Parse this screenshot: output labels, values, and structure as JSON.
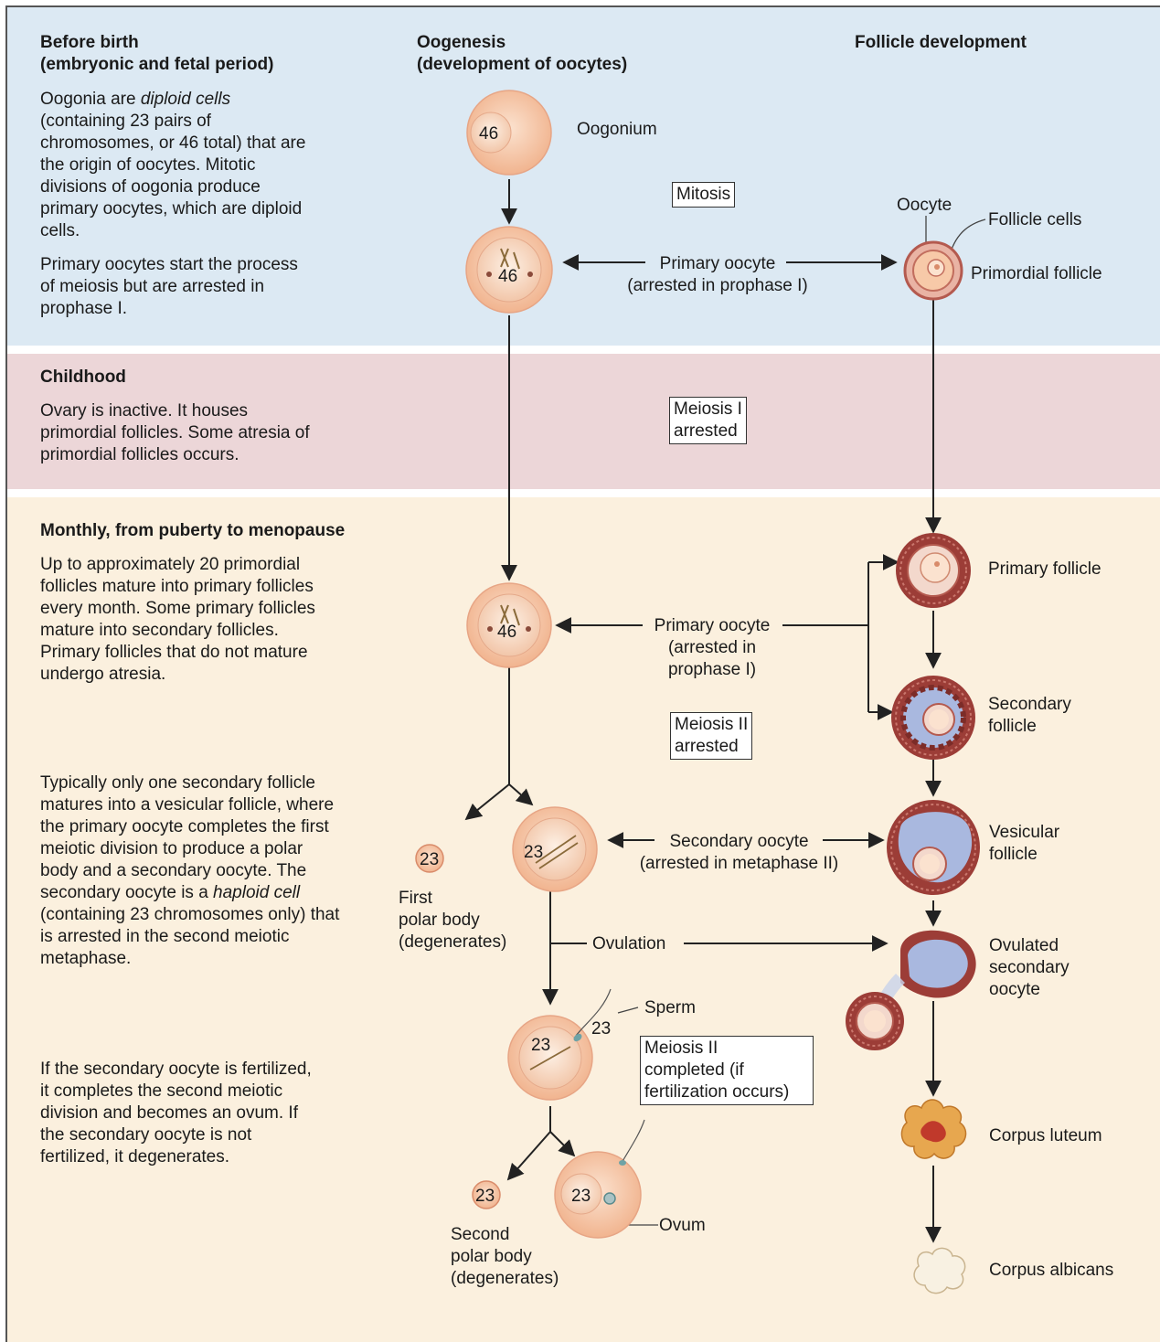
{
  "sections": {
    "before_birth": {
      "heading": "Before birth\n(embryonic and fetal period)",
      "text1_a": "Oogonia are ",
      "text1_em": "diploid cells",
      "text1_b": "\n(containing 23 pairs of\nchromosomes, or 46 total) that are\nthe origin of oocytes. Mitotic\ndivisions of oogonia produce\nprimary oocytes, which are diploid\ncells.",
      "text2": "Primary oocytes start the process\nof meiosis but are arrested in\nprophase I."
    },
    "childhood": {
      "heading": "Childhood",
      "text": "Ovary is inactive. It houses\nprimordial follicles. Some atresia of\nprimordial follicles occurs."
    },
    "monthly": {
      "heading": "Monthly, from puberty to menopause",
      "text1": "Up to approximately 20 primordial\nfollicles mature into primary follicles\nevery month. Some primary follicles\nmature into secondary follicles.\nPrimary follicles that do not mature\nundergo atresia.",
      "text2_a": "Typically only one secondary follicle\nmatures into a vesicular follicle, where\nthe primary oocyte completes the first\nmeiotic division to produce a polar\nbody and a secondary oocyte. The\nsecondary oocyte is a ",
      "text2_em": "haploid cell",
      "text2_b": "\n(containing 23 chromosomes only) that\nis arrested in the second meiotic\nmetaphase.",
      "text3": "If the secondary oocyte is fertilized,\nit completes the second meiotic\ndivision and becomes an ovum. If\nthe secondary oocyte is not\nfertilized, it degenerates."
    }
  },
  "columns": {
    "oogenesis": "Oogenesis\n(development of oocytes)",
    "follicle": "Follicle development"
  },
  "labels": {
    "oogonium": "Oogonium",
    "mitosis": "Mitosis",
    "oocyte": "Oocyte",
    "follicle_cells": "Follicle cells",
    "primordial_follicle": "Primordial follicle",
    "primary_oocyte_1": "Primary oocyte\n(arrested in prophase I)",
    "meiosis1_arrested": "Meiosis I\narrested",
    "primary_follicle": "Primary follicle",
    "primary_oocyte_2": "Primary oocyte\n(arrested in\nprophase I)",
    "secondary_follicle": "Secondary\nfollicle",
    "meiosis2_arrested": "Meiosis II\narrested",
    "secondary_oocyte": "Secondary oocyte\n(arrested in metaphase II)",
    "vesicular_follicle": "Vesicular\nfollicle",
    "first_polar_body": "First\npolar body\n(degenerates)",
    "ovulation": "Ovulation",
    "ovulated_secondary_oocyte": "Ovulated\nsecondary\noocyte",
    "sperm": "Sperm",
    "meiosis2_completed": "Meiosis II\ncompleted (if\nfertilization occurs)",
    "corpus_luteum": "Corpus luteum",
    "ovum": "Ovum",
    "second_polar_body": "Second\npolar body\n(degenerates)",
    "corpus_albicans": "Corpus albicans"
  },
  "chromosome_counts": {
    "oogonium": "46",
    "primary_oocyte_1": "46",
    "primary_oocyte_2": "46",
    "secondary_oocyte": "23",
    "first_polar_body": "23",
    "fertilized_oocyte": "23",
    "sperm": "23",
    "ovum": "23",
    "second_polar_body": "23"
  },
  "colors": {
    "before_birth_bg": "#dce9f3",
    "childhood_bg": "#ecd6d8",
    "monthly_bg": "#fbf0de",
    "cell_fill": "#f7c9a8",
    "follicle_wall": "#9c3d37",
    "antrum": "#a9b8df"
  }
}
